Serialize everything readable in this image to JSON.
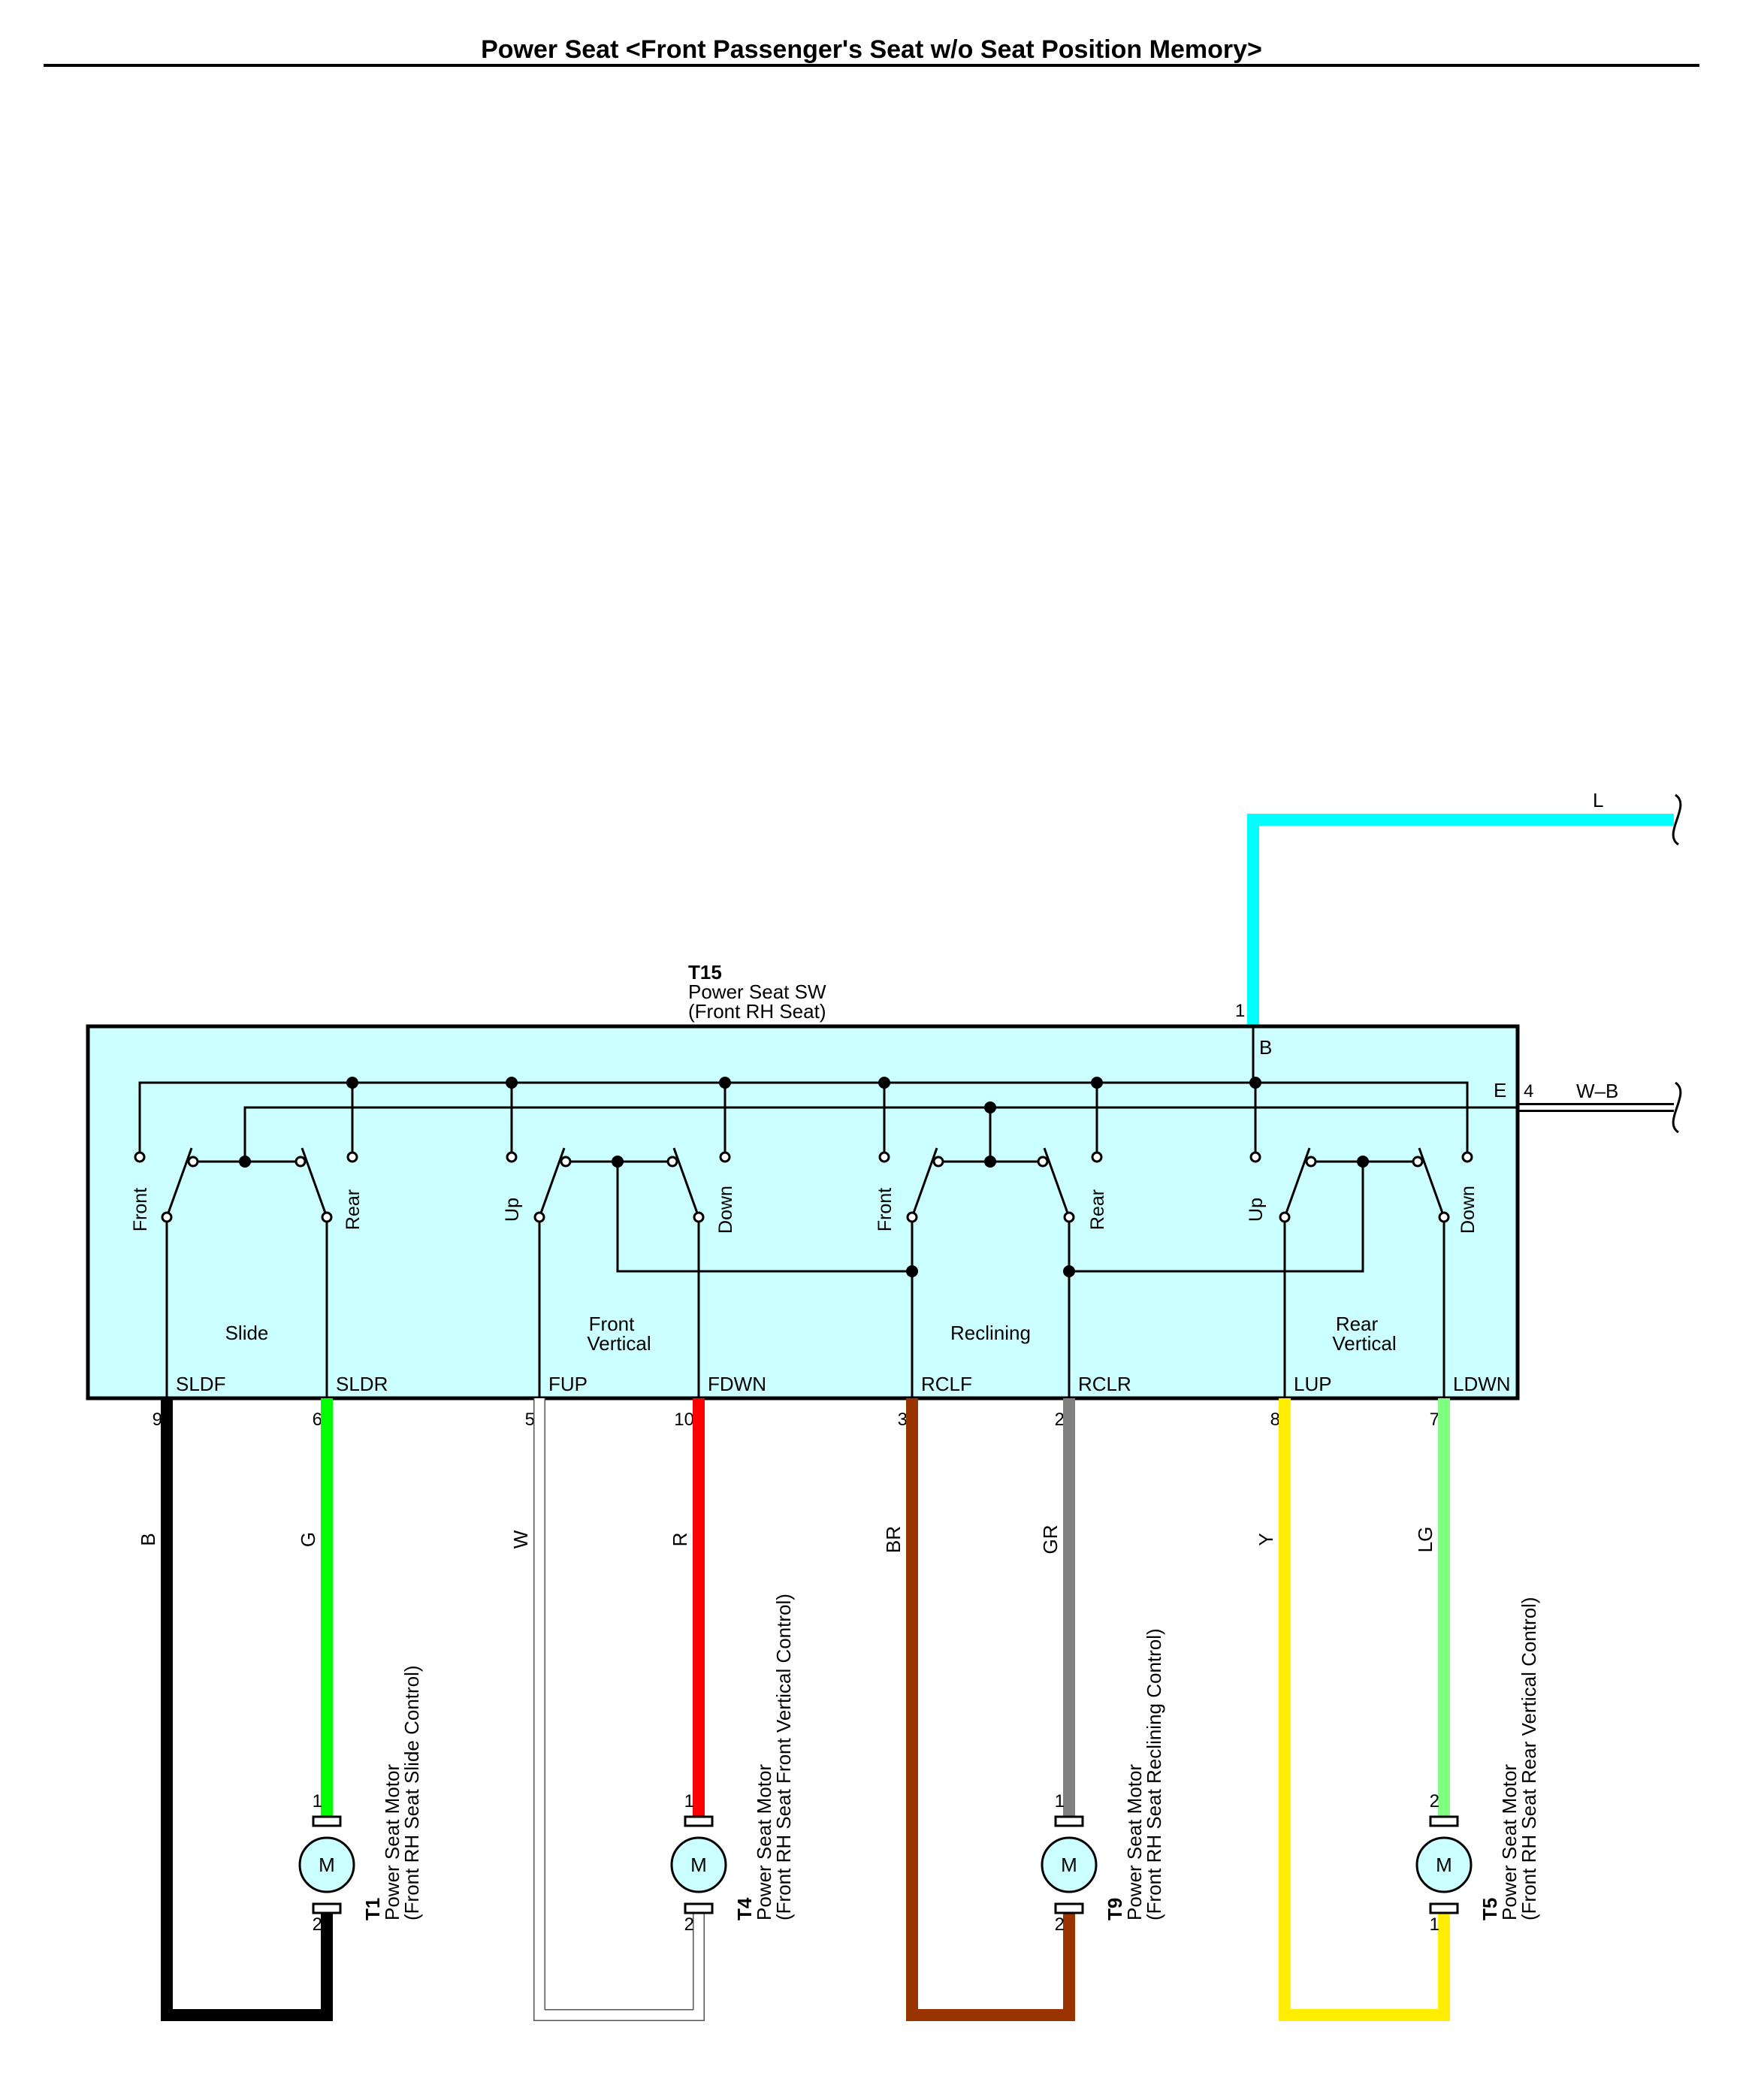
{
  "page_title": "Power Seat <Front Passenger's Seat w/o Seat Position Memory>",
  "switch": {
    "id": "T15",
    "name": "Power Seat SW",
    "location": "(Front RH Seat)",
    "fill_color": "#ccffff",
    "pins": {
      "b": {
        "pin": "1",
        "term": "B"
      },
      "e": {
        "pin": "4",
        "term": "E"
      }
    },
    "sections": [
      {
        "name_line1": "Slide",
        "name_line2": "",
        "left_dir": "Front",
        "right_dir": "Rear",
        "left_term": "SLDF",
        "right_term": "SLDR",
        "left_pin": "9",
        "right_pin": "6"
      },
      {
        "name_line1": "Front",
        "name_line2": "Vertical",
        "left_dir": "Up",
        "right_dir": "Down",
        "left_term": "FUP",
        "right_term": "FDWN",
        "left_pin": "5",
        "right_pin": "10"
      },
      {
        "name_line1": "Reclining",
        "name_line2": "",
        "left_dir": "Front",
        "right_dir": "Rear",
        "left_term": "RCLF",
        "right_term": "RCLR",
        "left_pin": "3",
        "right_pin": "2"
      },
      {
        "name_line1": "Rear",
        "name_line2": "Vertical",
        "left_dir": "Up",
        "right_dir": "Down",
        "left_term": "LUP",
        "right_term": "LDWN",
        "left_pin": "8",
        "right_pin": "7"
      }
    ]
  },
  "external_wires": {
    "power": {
      "color_code": "L",
      "color": "#00ffff"
    },
    "ground": {
      "color_code": "W–B",
      "color": "#ffffff"
    }
  },
  "wires": [
    {
      "code": "B",
      "color": "#000000"
    },
    {
      "code": "G",
      "color": "#00ff00"
    },
    {
      "code": "W",
      "color": "#ffffff"
    },
    {
      "code": "R",
      "color": "#ff0000"
    },
    {
      "code": "BR",
      "color": "#993300"
    },
    {
      "code": "GR",
      "color": "#808080"
    },
    {
      "code": "Y",
      "color": "#ffee00"
    },
    {
      "code": "LG",
      "color": "#80ff80"
    }
  ],
  "motors": [
    {
      "id": "T1",
      "name": "Power Seat Motor",
      "desc": "(Front RH Seat Slide Control)",
      "symbol": "M",
      "top_pin": "1",
      "bottom_pin": "2"
    },
    {
      "id": "T4",
      "name": "Power Seat Motor",
      "desc": "(Front RH Seat Front Vertical Control)",
      "symbol": "M",
      "top_pin": "1",
      "bottom_pin": "2"
    },
    {
      "id": "T9",
      "name": "Power Seat Motor",
      "desc": "(Front RH Seat Reclining Control)",
      "symbol": "M",
      "top_pin": "1",
      "bottom_pin": "2"
    },
    {
      "id": "T5",
      "name": "Power Seat Motor",
      "desc": "(Front RH Seat Rear Vertical Control)",
      "symbol": "M",
      "top_pin": "2",
      "bottom_pin": "1"
    }
  ],
  "motor_fill": "#ccffff"
}
